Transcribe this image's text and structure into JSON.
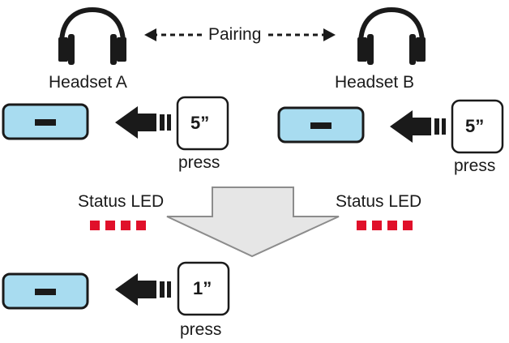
{
  "pairing_label": "Pairing",
  "headset_a": {
    "label": "Headset A"
  },
  "headset_b": {
    "label": "Headset B"
  },
  "steps": {
    "a_press": {
      "duration": "5”",
      "action": "press"
    },
    "b_press": {
      "duration": "5”",
      "action": "press"
    },
    "final_press": {
      "duration": "1”",
      "action": "press"
    }
  },
  "status_led": {
    "left": {
      "label": "Status LED",
      "blink_count": 4
    },
    "right": {
      "label": "Status LED",
      "blink_count": 4
    }
  },
  "colors": {
    "device_fill": "#a8dcf0",
    "device_stroke": "#1a1a1a",
    "led_red": "#e0102a",
    "big_arrow_fill": "#e6e6e6",
    "big_arrow_stroke": "#8c8c8c",
    "ink": "#1a1a1a"
  }
}
